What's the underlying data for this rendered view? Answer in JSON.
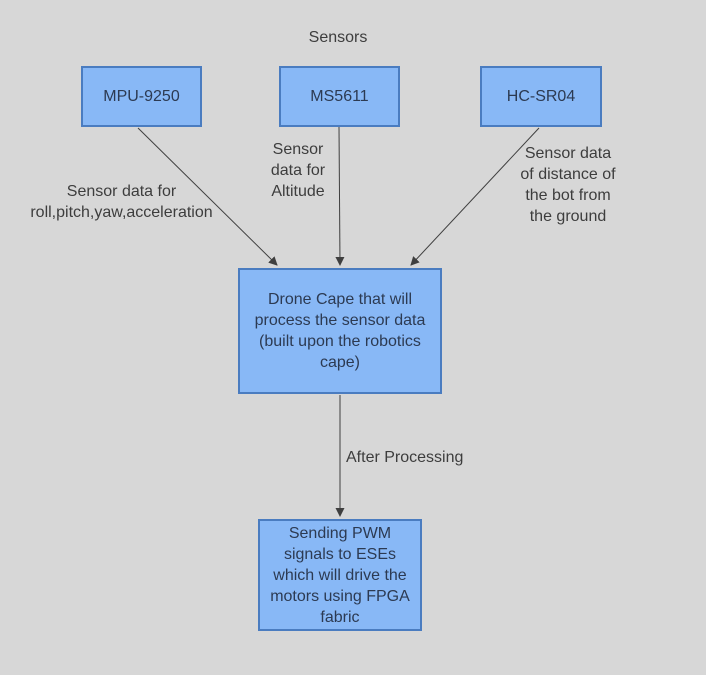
{
  "title": "Sensors",
  "colors": {
    "bg": "#d7d7d7",
    "box_fill": "#88b8f6",
    "box_border": "#4a7cc0",
    "box_text": "#2c3a52",
    "label_text": "#3d3d3d",
    "arrow": "#3f3f3f"
  },
  "nodes": {
    "mpu9250": {
      "label": "MPU-9250"
    },
    "ms5611": {
      "label": "MS5611"
    },
    "hcsr04": {
      "label": "HC-SR04"
    },
    "drone_cape": {
      "label": "Drone Cape that will\nprocess the sensor data\n(built upon the robotics\ncape)"
    },
    "pwm": {
      "label": "Sending PWM\nsignals to ESEs\nwhich will drive the\nmotors using FPGA\nfabric"
    }
  },
  "edge_labels": {
    "mpu_to_cape": "Sensor data for\nroll,pitch,yaw,acceleration",
    "ms5611_to_cape": "Sensor\ndata for\nAltitude",
    "hcsr04_to_cape": "Sensor data\nof distance of\nthe bot from\nthe ground",
    "cape_to_pwm": "After Processing"
  }
}
